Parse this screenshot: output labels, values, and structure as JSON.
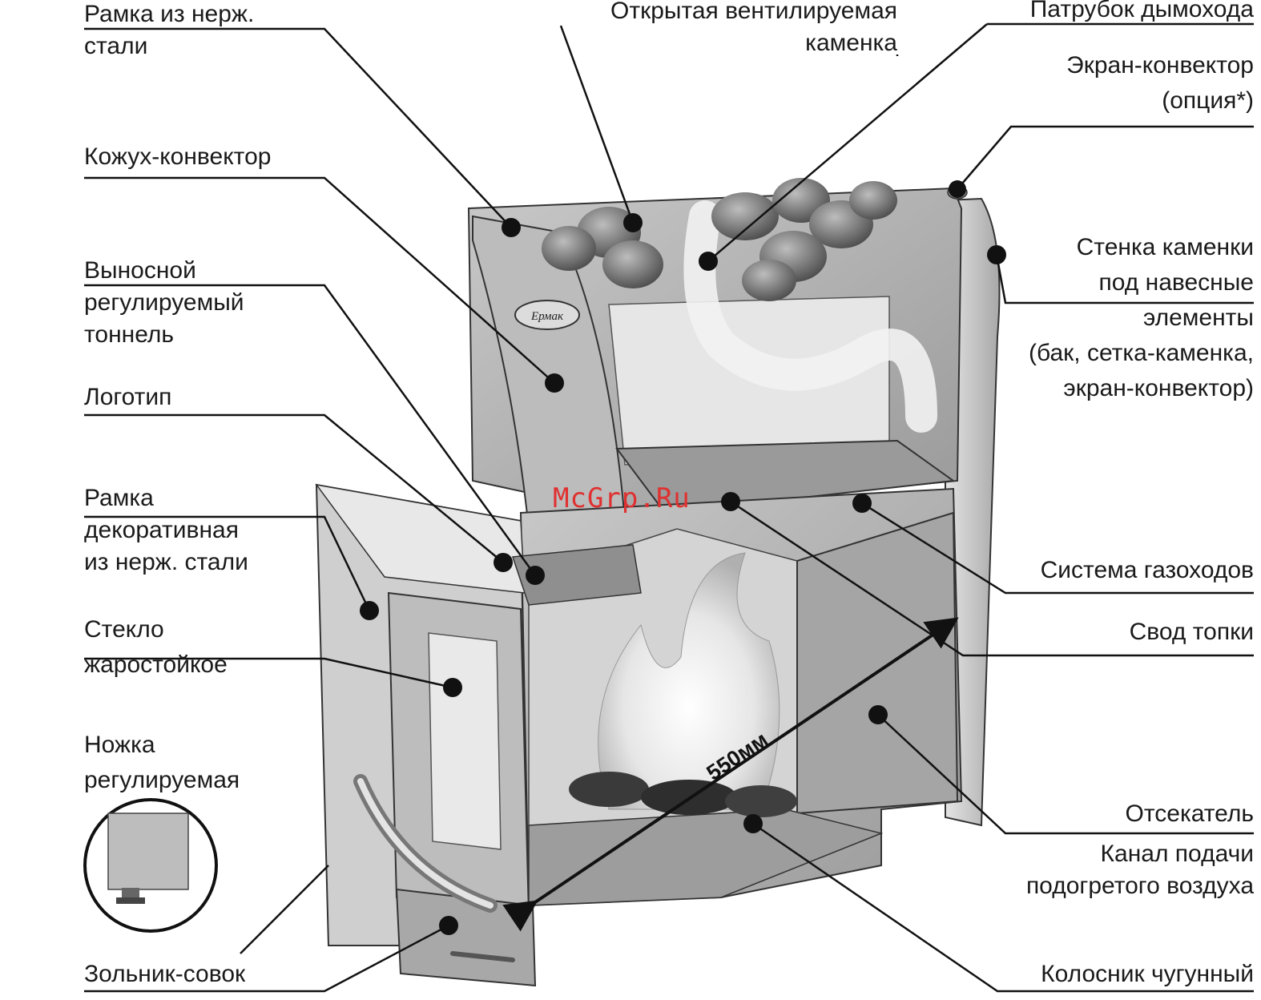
{
  "labels_left": [
    {
      "id": "frame-steel",
      "lines": [
        "Рамка из нерж.",
        "стали"
      ]
    },
    {
      "id": "casing",
      "lines": [
        "Кожух-конвектор"
      ]
    },
    {
      "id": "tunnel",
      "lines": [
        "Выносной",
        "регулируемый",
        "тоннель"
      ]
    },
    {
      "id": "logo",
      "lines": [
        "Логотип"
      ]
    },
    {
      "id": "deco-frame",
      "lines": [
        "Рамка",
        "декоративная",
        "из нерж. стали"
      ]
    },
    {
      "id": "glass",
      "lines": [
        "Стекло",
        "жаростойкое"
      ]
    },
    {
      "id": "leg",
      "lines": [
        "Ножка",
        "регулируемая"
      ]
    },
    {
      "id": "ash-pan",
      "lines": [
        "Зольник-совок"
      ]
    }
  ],
  "labels_top": [
    {
      "id": "open-heater",
      "lines": [
        "Открытая вентилируемая",
        "каменка"
      ]
    }
  ],
  "labels_right": [
    {
      "id": "chimney",
      "lines": [
        "Патрубок дымохода"
      ]
    },
    {
      "id": "screen",
      "lines": [
        "Экран-конвектор",
        "(опция*)"
      ]
    },
    {
      "id": "wall",
      "lines": [
        "Стенка каменки",
        "под навесные",
        "элементы",
        "(бак, сетка-каменка,",
        "экран-конвектор)"
      ]
    },
    {
      "id": "gas-ducts",
      "lines": [
        "Система газоходов"
      ]
    },
    {
      "id": "vault",
      "lines": [
        "Свод топки"
      ]
    },
    {
      "id": "cutter",
      "lines": [
        "Отсекатель"
      ]
    },
    {
      "id": "air-channel",
      "lines": [
        "Канал подачи",
        "подогретого воздуха"
      ]
    },
    {
      "id": "grate",
      "lines": [
        "Колосник чугунный"
      ]
    }
  ],
  "dimension_text": "550мм",
  "logo_text": "Ермак",
  "watermark": "McGrp.Ru",
  "colors": {
    "ink": "#1a1a1a",
    "watermark": "#e03030",
    "steel_light": "#d8d8d8",
    "steel_mid": "#b4b4b4",
    "steel_dark": "#8a8a8a"
  }
}
